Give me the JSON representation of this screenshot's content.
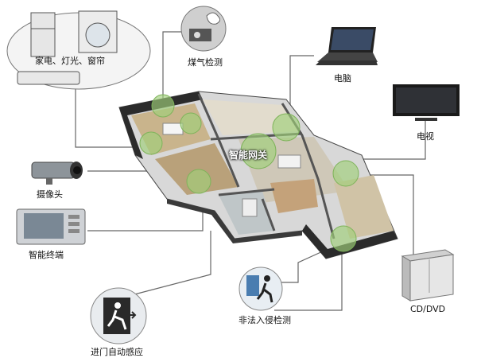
{
  "hub": {
    "label": "智能网关"
  },
  "devices": {
    "appliances": {
      "label": "家电、灯光、窗帘",
      "icon": "appliances-icon"
    },
    "gas": {
      "label": "煤气检测",
      "icon": "gas-detector-icon"
    },
    "computer": {
      "label": "电脑",
      "icon": "laptop-icon"
    },
    "tv": {
      "label": "电视",
      "icon": "tv-icon"
    },
    "camera": {
      "label": "摄像头",
      "icon": "camera-icon"
    },
    "terminal": {
      "label": "智能终端",
      "icon": "smart-terminal-icon"
    },
    "intrusion": {
      "label": "非法入侵检测",
      "icon": "intrusion-detector-icon"
    },
    "dvd": {
      "label": "CD/DVD",
      "icon": "dvd-player-icon"
    },
    "door": {
      "label": "进门自动感应",
      "icon": "door-sensor-icon"
    }
  },
  "colors": {
    "wire": "#666666",
    "sensor": "#9fcf7a",
    "floor": "#c9b48c",
    "wall": "#2b2b2b"
  }
}
